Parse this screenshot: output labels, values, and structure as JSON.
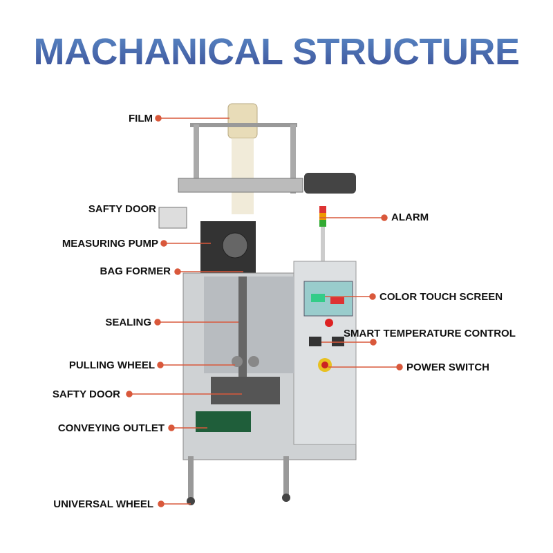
{
  "title": "MACHANICAL STRUCTURE",
  "accent_color": "#d9583b",
  "labels": {
    "film": "FILM",
    "safty_door_top": "SAFTY DOOR",
    "measuring_pump": "MEASURING PUMP",
    "bag_former": "BAG FORMER",
    "sealing": "SEALING",
    "pulling_wheel": "PULLING WHEEL",
    "safty_door_bottom": "SAFTY DOOR",
    "conveying_outlet": "CONVEYING OUTLET",
    "universal_wheel": "UNIVERSAL WHEEL",
    "alarm": "ALARM",
    "color_touch_screen": "COLOR TOUCH SCREEN",
    "smart_temperature_control": "SMART TEMPERATURE CONTROL",
    "power_switch": "POWER SWITCH"
  }
}
